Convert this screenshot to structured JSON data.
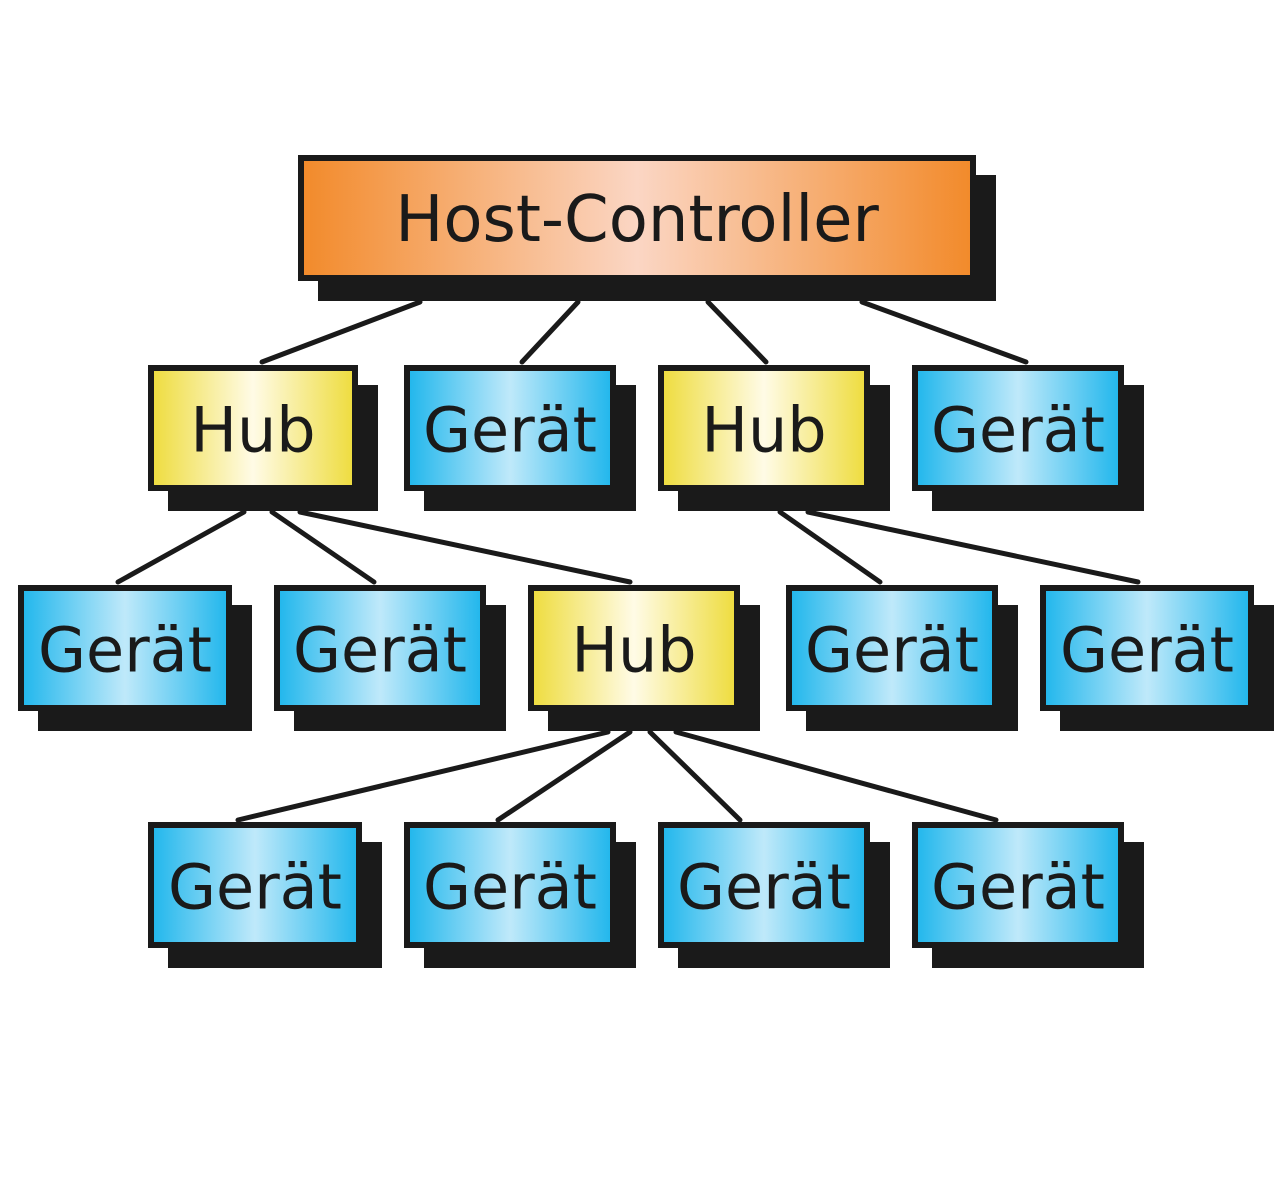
{
  "diagram": {
    "type": "usb-tree-topology",
    "colors": {
      "host": "#f28a2a",
      "host_center": "#fbd6c4",
      "hub": "#eedc3c",
      "hub_center": "#fffbe6",
      "device": "#1fb6ec",
      "device_center": "#bfe9fa",
      "outline": "#1a1a1a",
      "shadow": "#1a1a1a",
      "line": "#1a1a1a"
    },
    "nodes": [
      {
        "id": "host",
        "kind": "host",
        "label": "Host-Controller"
      },
      {
        "id": "hub1",
        "kind": "hub",
        "label": "Hub"
      },
      {
        "id": "dev1",
        "kind": "device",
        "label": "Gerät"
      },
      {
        "id": "hub2",
        "kind": "hub",
        "label": "Hub"
      },
      {
        "id": "dev2",
        "kind": "device",
        "label": "Gerät"
      },
      {
        "id": "dev3",
        "kind": "device",
        "label": "Gerät"
      },
      {
        "id": "dev4",
        "kind": "device",
        "label": "Gerät"
      },
      {
        "id": "hub3",
        "kind": "hub",
        "label": "Hub"
      },
      {
        "id": "dev5",
        "kind": "device",
        "label": "Gerät"
      },
      {
        "id": "dev6",
        "kind": "device",
        "label": "Gerät"
      },
      {
        "id": "dev7",
        "kind": "device",
        "label": "Gerät"
      },
      {
        "id": "dev8",
        "kind": "device",
        "label": "Gerät"
      },
      {
        "id": "dev9",
        "kind": "device",
        "label": "Gerät"
      },
      {
        "id": "dev10",
        "kind": "device",
        "label": "Gerät"
      }
    ],
    "edges": [
      [
        "host",
        "hub1"
      ],
      [
        "host",
        "dev1"
      ],
      [
        "host",
        "hub2"
      ],
      [
        "host",
        "dev2"
      ],
      [
        "hub1",
        "dev3"
      ],
      [
        "hub1",
        "dev4"
      ],
      [
        "hub1",
        "hub3"
      ],
      [
        "hub2",
        "dev5"
      ],
      [
        "hub2",
        "dev6"
      ],
      [
        "hub3",
        "dev7"
      ],
      [
        "hub3",
        "dev8"
      ],
      [
        "hub3",
        "dev9"
      ],
      [
        "hub3",
        "dev10"
      ]
    ]
  }
}
